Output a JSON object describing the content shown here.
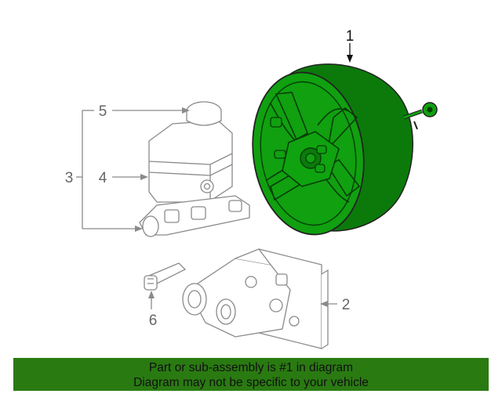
{
  "diagram": {
    "callouts": {
      "c1": "1",
      "c2": "2",
      "c3": "3",
      "c4": "4",
      "c5": "5",
      "c6": "6"
    },
    "colors": {
      "highlight": "#0fa30f",
      "highlight_dark": "#0b6e0b",
      "line": "#888888",
      "outline": "#222222"
    }
  },
  "banner": {
    "line1": "Part or sub-assembly is #1 in diagram",
    "line2": "Diagram may not be specific to your vehicle",
    "color": "#2a7a12"
  }
}
